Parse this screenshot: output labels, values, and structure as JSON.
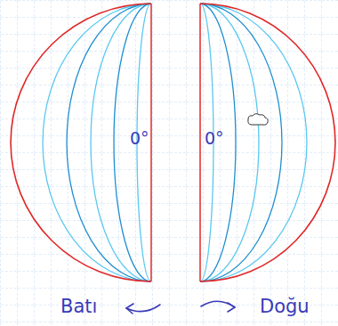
{
  "diagram": {
    "labels": [
      "0°",
      "0°",
      "Batı",
      "Doğu"
    ]
  }
}
